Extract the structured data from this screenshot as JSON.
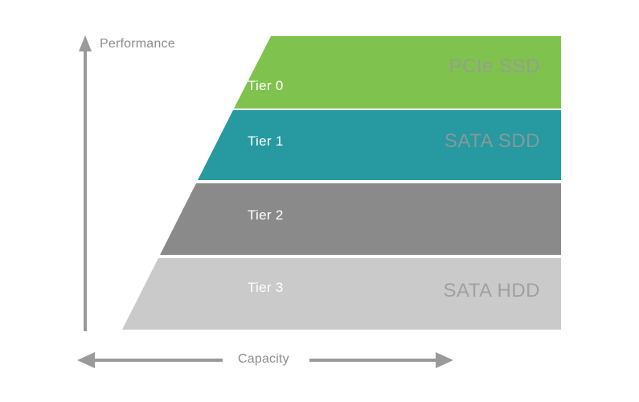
{
  "diagram": {
    "type": "storage-tiering-pyramid",
    "y_axis": {
      "label": "Performance"
    },
    "x_axis": {
      "label": "Capacity"
    },
    "tiers": [
      {
        "label": "Tier 0",
        "media": "PCIe SSD",
        "color": "#80C24E"
      },
      {
        "label": "Tier 1",
        "media": "SATA SDD",
        "color": "#2699A1"
      },
      {
        "label": "Tier 2",
        "media": "",
        "color": "#8A8A8A"
      },
      {
        "label": "Tier 3",
        "media": "SATA HDD",
        "color": "#CACACA"
      }
    ],
    "colors": {
      "axis_arrow": "#9a9a9a",
      "axis_label_text": "#8c8c8c",
      "tier_label_text": "#ffffff",
      "media_label_text": "#999999",
      "background": "#ffffff"
    }
  }
}
